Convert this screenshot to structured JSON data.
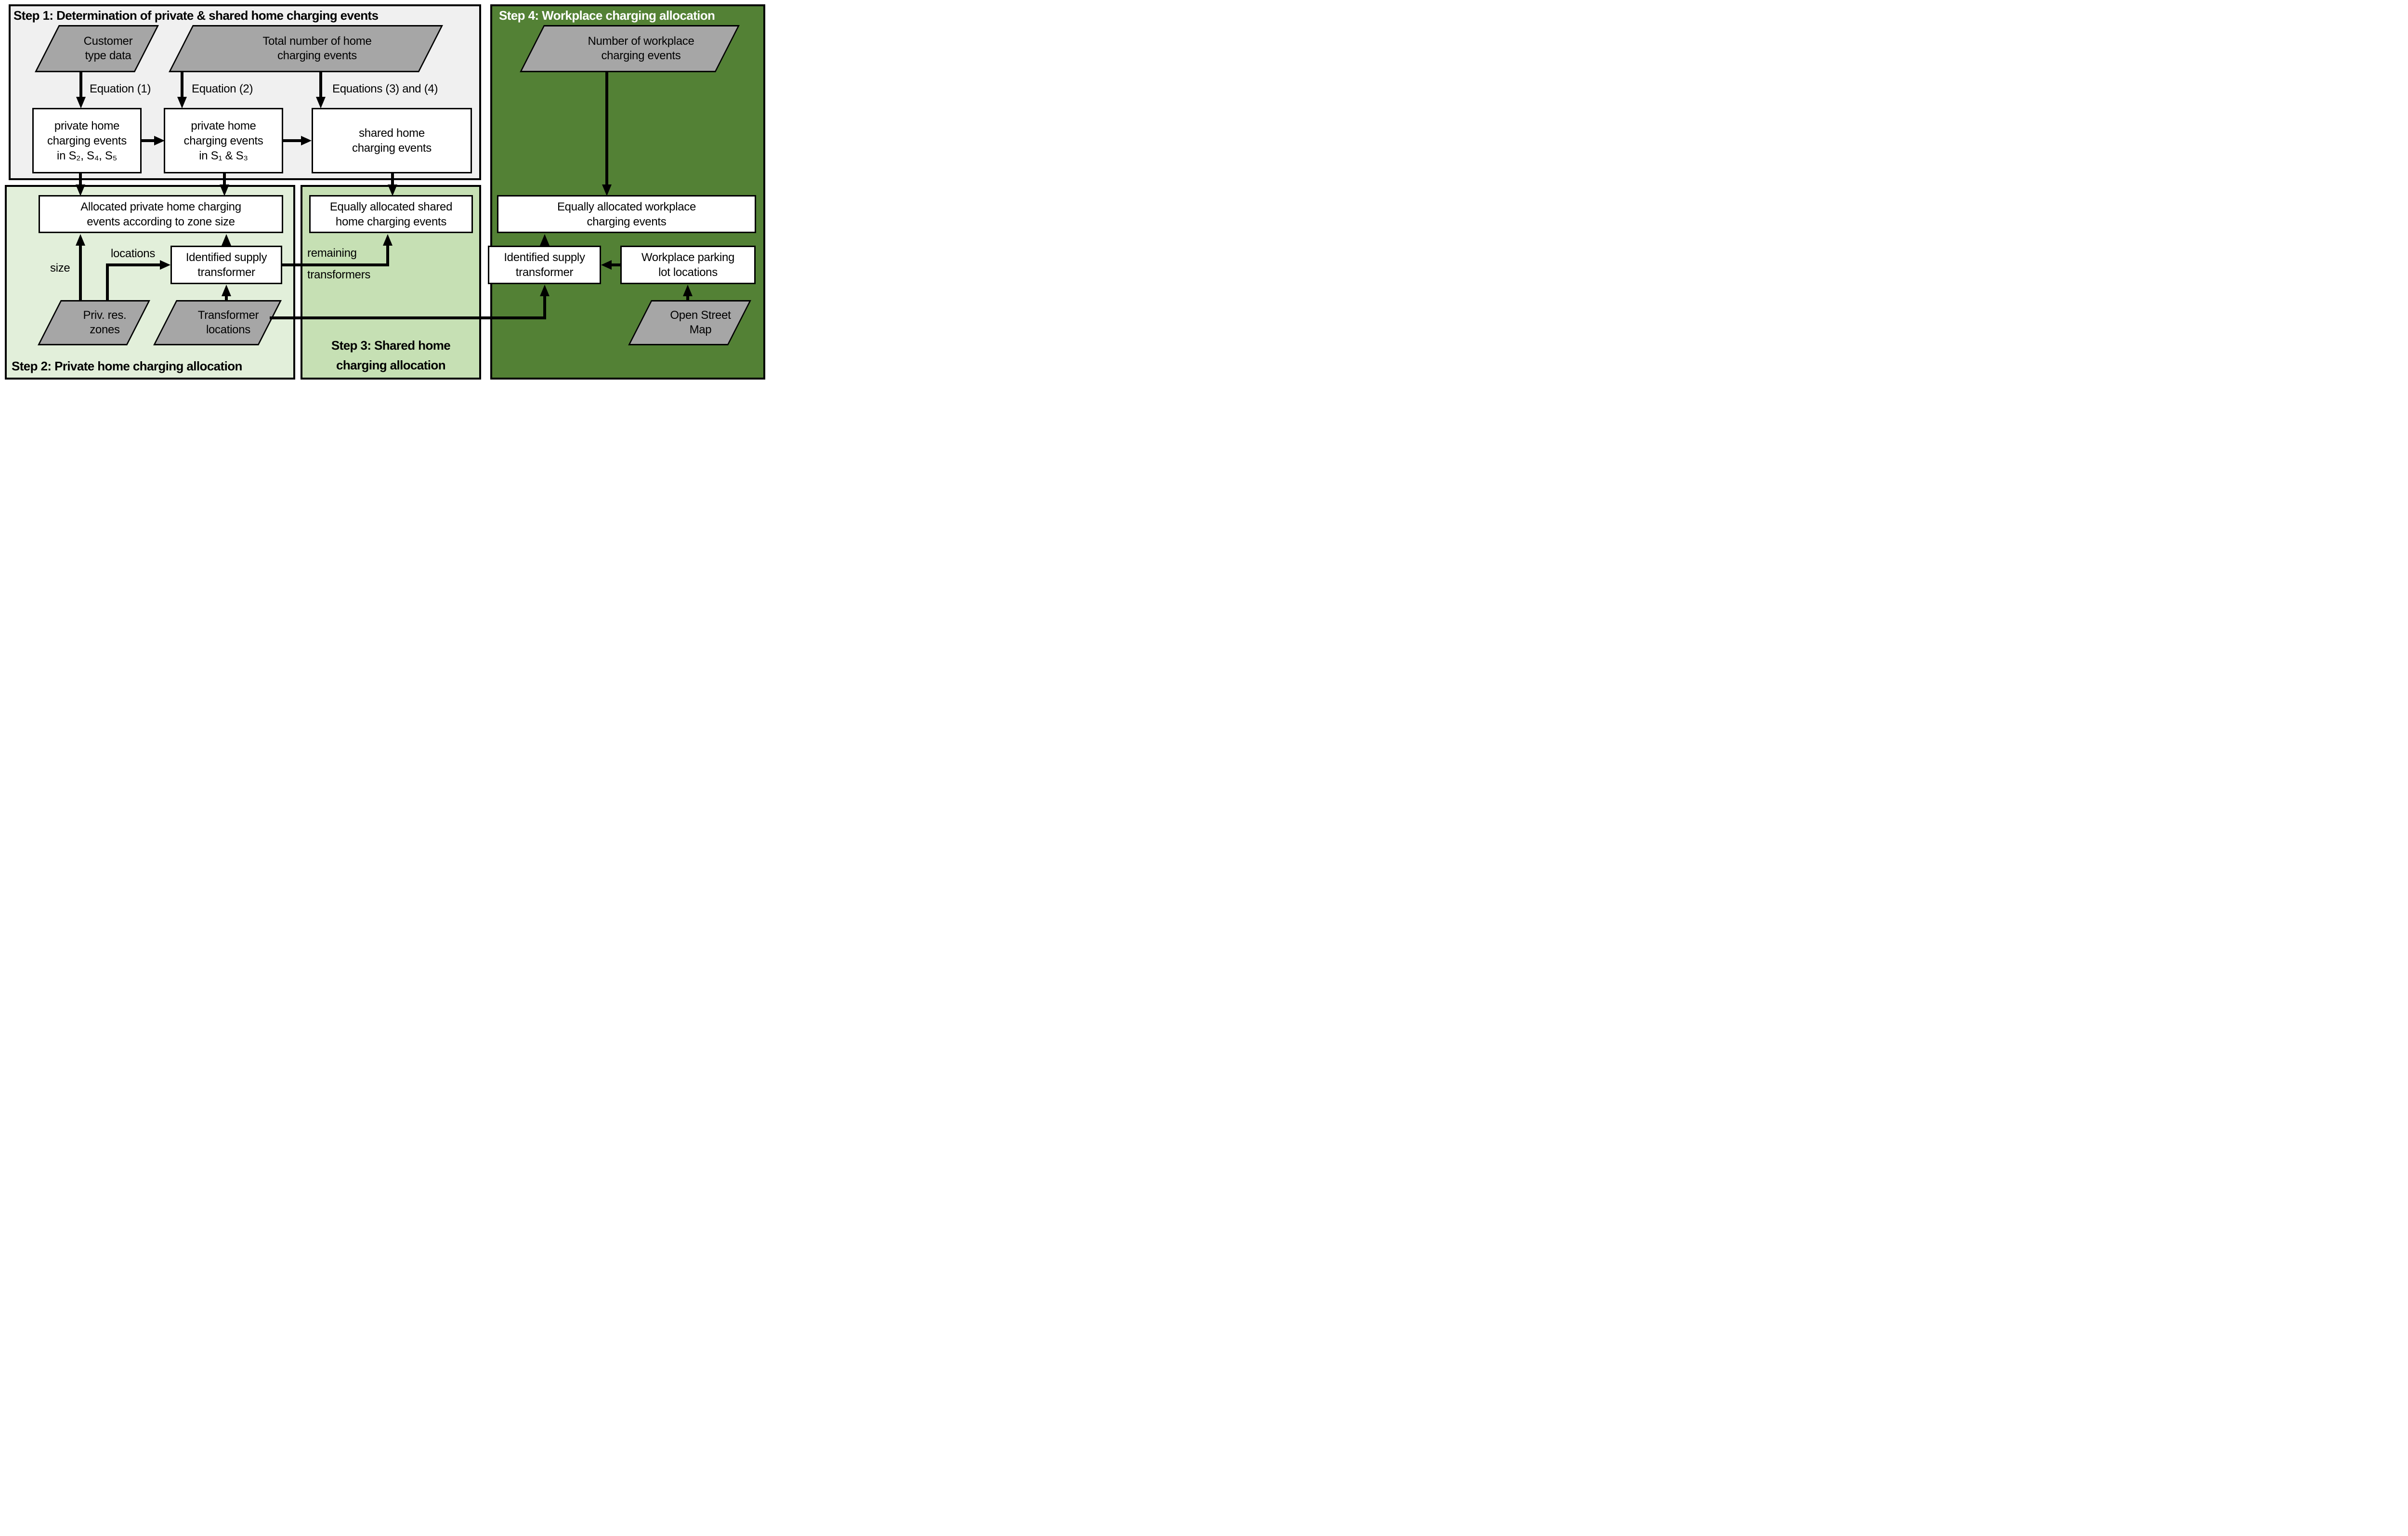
{
  "colors": {
    "step1_bg": "#f0f0f0",
    "step2_bg": "#e2efda",
    "step3_bg": "#c6e0b4",
    "step4_bg": "#538135",
    "io_shape": "#a6a6a6",
    "process_box": "#ffffff",
    "line": "#000000"
  },
  "step1": {
    "title": "Step 1: Determination of private & shared home charging events",
    "inputs": {
      "customer": {
        "line1": "Customer",
        "line2": "type data"
      },
      "total": {
        "line1": "Total number of home",
        "line2": "charging events"
      }
    },
    "edge_labels": {
      "eq1": "Equation (1)",
      "eq2": "Equation (2)",
      "eq34": "Equations (3) and (4)"
    },
    "boxes": {
      "private_s245": {
        "line1": "private home",
        "line2": "charging events",
        "line3": "in S₂, S₄, S₅"
      },
      "private_s13": {
        "line1": "private home",
        "line2": "charging events",
        "line3": "in S₁ & S₃"
      },
      "shared": {
        "line1": "shared home",
        "line2": "charging events"
      }
    }
  },
  "step2": {
    "title": "Step 2: Private home charging allocation",
    "allocated_box": {
      "line1": "Allocated private home charging",
      "line2": "events according to zone size"
    },
    "transformer_box": {
      "line1": "Identified supply",
      "line2": "transformer"
    },
    "edge_labels": {
      "size": "size",
      "locations": "locations"
    },
    "inputs": {
      "priv_res": {
        "line1": "Priv. res.",
        "line2": "zones"
      },
      "transformer_locations": {
        "line1": "Transformer",
        "line2": "locations"
      }
    }
  },
  "step3": {
    "title": {
      "line1": "Step 3: Shared home",
      "line2": "charging allocation"
    },
    "allocated_box": {
      "line1": "Equally allocated shared",
      "line2": "home charging events"
    },
    "edge_labels": {
      "remaining": "remaining",
      "transformers": "transformers"
    }
  },
  "step4": {
    "title": "Step 4: Workplace charging allocation",
    "input": {
      "line1": "Number of workplace",
      "line2": "charging events"
    },
    "allocated_box": {
      "line1": "Equally allocated workplace",
      "line2": "charging events"
    },
    "transformer_box": {
      "line1": "Identified supply",
      "line2": "transformer"
    },
    "parking_box": {
      "line1": "Workplace parking",
      "line2": "lot locations"
    },
    "osm": {
      "line1": "Open Street",
      "line2": "Map"
    }
  }
}
